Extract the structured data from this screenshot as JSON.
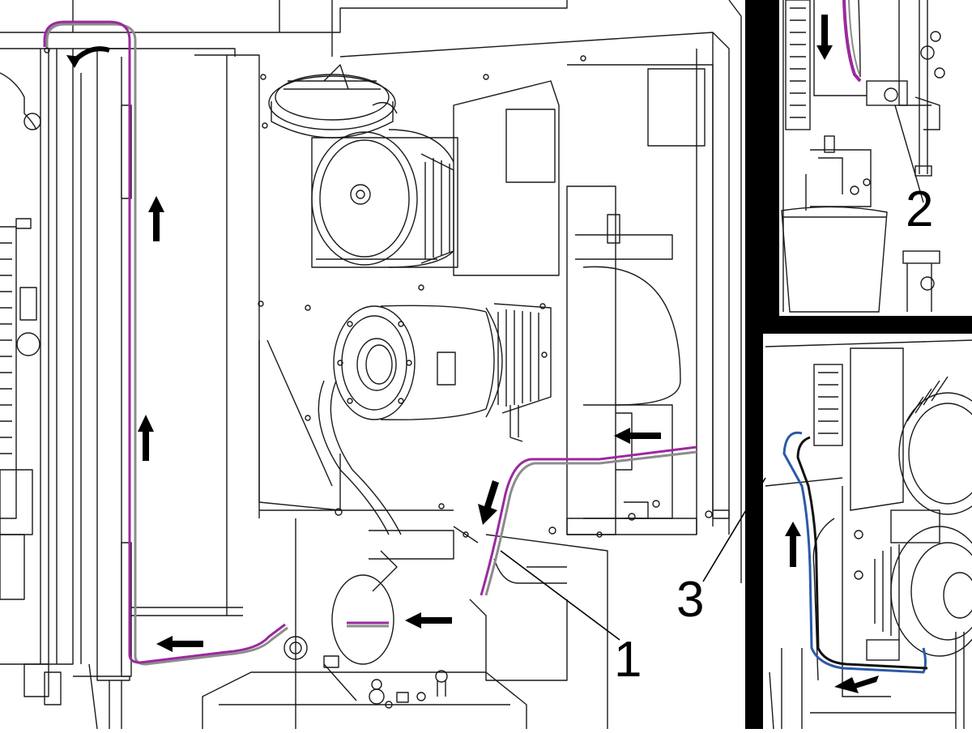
{
  "figure": {
    "callouts": {
      "c1": "1",
      "c2": "2",
      "c3": "3"
    },
    "colors": {
      "line_art": "#1a1a1a",
      "hose_primary": "#9a2a9e",
      "hose_shadow": "#8c8c8c",
      "hose_secondary": "#2a5aa8",
      "hose_secondary_dark": "#111111",
      "frame": "#000000",
      "arrow": "#000000",
      "background": "#ffffff"
    },
    "arrows": [
      "arrow-up",
      "arrow-up",
      "arrow-curved",
      "arrow-left",
      "arrow-left",
      "arrow-left",
      "arrow-down-left",
      "arrow-down",
      "arrow-up",
      "arrow-left"
    ]
  }
}
